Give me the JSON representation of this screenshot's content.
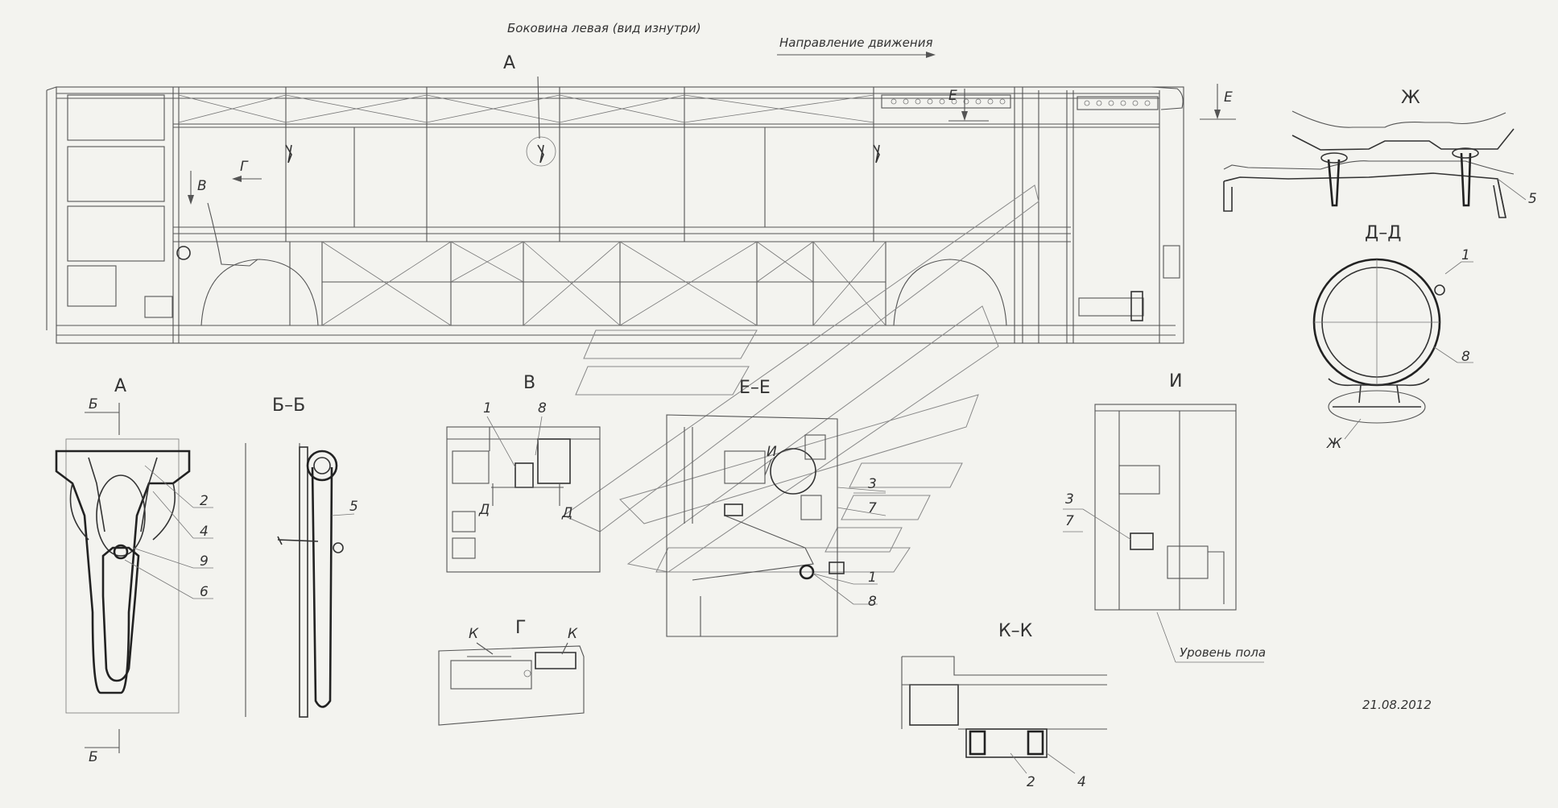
{
  "header": {
    "title": "Боковина левая (вид изнутри)",
    "direction": "Направление движения"
  },
  "views": {
    "a_top": "А",
    "a_detail": "А",
    "bb": "Б–Б",
    "b_mark": "Б",
    "v": "В",
    "v_mark": "В",
    "g": "Г",
    "g_mark": "Г",
    "ee": "Е–Е",
    "e_mark": "Е",
    "zh": "Ж",
    "zh_mark": "Ж",
    "dd": "Д–Д",
    "d_mark": "Д",
    "i": "И",
    "i_mark": "И",
    "kk": "К–К",
    "k_mark": "К"
  },
  "callouts": {
    "n1": "1",
    "n2": "2",
    "n3": "3",
    "n4": "4",
    "n5": "5",
    "n6": "6",
    "n7": "7",
    "n8": "8",
    "n9": "9"
  },
  "notes": {
    "floor_level": "Уровень пола"
  },
  "footer": {
    "date": "21.08.2012"
  }
}
